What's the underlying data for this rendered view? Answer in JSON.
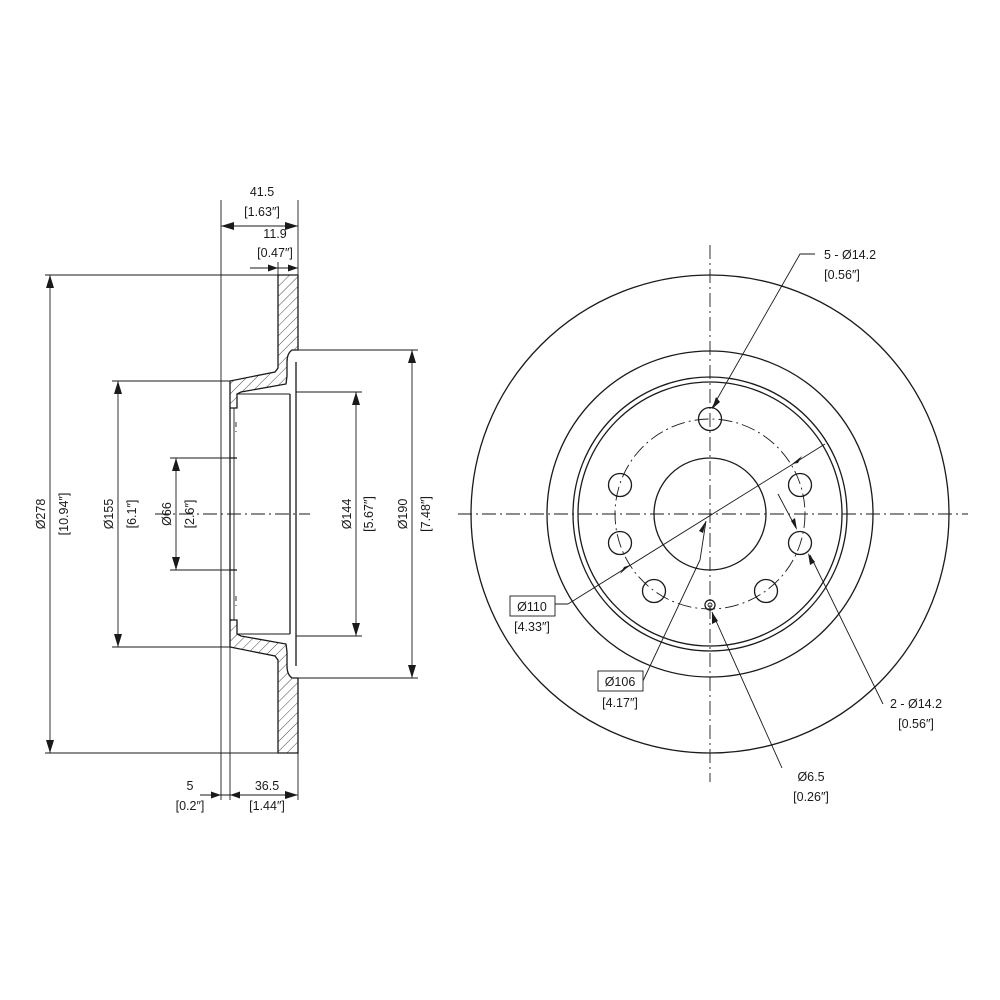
{
  "dimensions": {
    "total_thickness": {
      "mm": "41.5",
      "in": "[1.63″]"
    },
    "disc_thickness": {
      "mm": "11.9",
      "in": "[0.47″]"
    },
    "outer_diameter": {
      "mm": "Ø278",
      "in": "[10.94″]"
    },
    "hat_diameter": {
      "mm": "Ø155",
      "in": "[6.1″]"
    },
    "center_bore": {
      "mm": "Ø66",
      "in": "[2.6″]"
    },
    "inner_diameter": {
      "mm": "Ø144",
      "in": "[5.67″]"
    },
    "friction_inner": {
      "mm": "Ø190",
      "in": "[7.48″]"
    },
    "hub_flange": {
      "mm": "5",
      "in": "[0.2″]"
    },
    "hat_height": {
      "mm": "36.5",
      "in": "[1.44″]"
    },
    "bolt_holes": {
      "mm": "5 - Ø14.2",
      "in": "[0.56″]"
    },
    "extra_holes": {
      "mm": "2 - Ø14.2",
      "in": "[0.56″]"
    },
    "bolt_circle_110": {
      "mm": "Ø110",
      "in": "[4.33″]"
    },
    "bolt_circle_106": {
      "mm": "Ø106",
      "in": "[4.17″]"
    },
    "locating_hole": {
      "mm": "Ø6.5",
      "in": "[0.26″]"
    }
  }
}
